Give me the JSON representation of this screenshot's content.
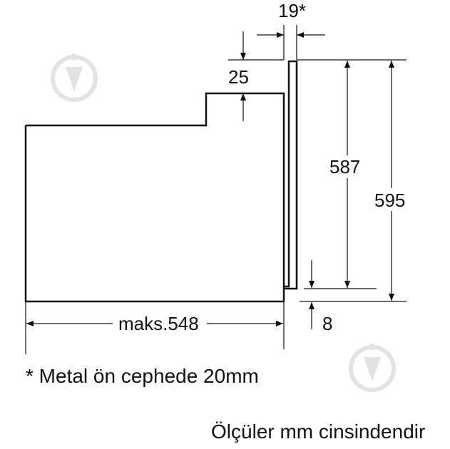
{
  "dimensions": {
    "top_gap": "19*",
    "step": "25",
    "inner_height": "587",
    "total_height": "595",
    "bottom_gap": "8",
    "depth": "maks.548"
  },
  "notes": {
    "footnote": "* Metal ön cephede 20mm",
    "units": "Ölçüler mm cinsindendir"
  },
  "colors": {
    "line": "#111111",
    "watermark": "#e3e3e3"
  }
}
